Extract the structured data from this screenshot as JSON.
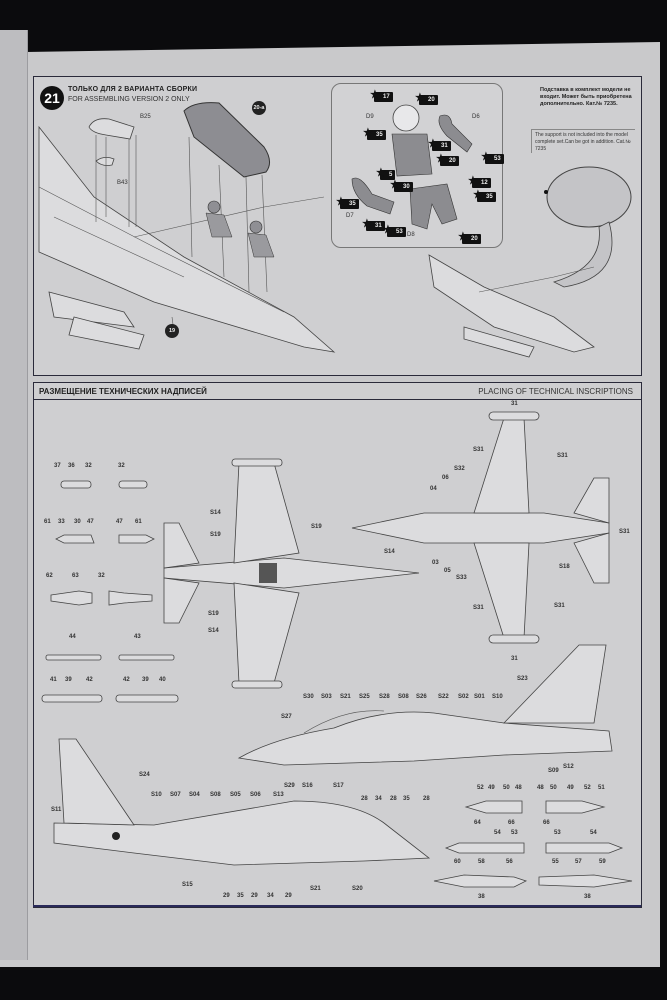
{
  "step": {
    "number": "21",
    "title_ru": "ТОЛЬКО ДЛЯ 2 ВАРИАНТА СБОРКИ",
    "title_en": "FOR ASSEMBLING VERSION 2 ONLY",
    "part_callouts": [
      "B25",
      "B43"
    ],
    "round_badges": [
      "20-a",
      "19"
    ],
    "pilot_parts": {
      "labels": [
        "D9",
        "D6",
        "D7",
        "D8"
      ],
      "decals": [
        "17",
        "20",
        "35",
        "31",
        "20",
        "53",
        "5",
        "30",
        "12",
        "35",
        "35",
        "31",
        "53",
        "20"
      ]
    },
    "stand_note_ru": "Подставка в комплект модели не входит. Может быть приобретена дополнительно. Кат.№ 7235.",
    "stand_note_en": "The support is not included into the model complete set.Can be got in addition. Cat.№ 7235"
  },
  "inscriptions": {
    "title_ru": "РАЗМЕЩЕНИЕ ТЕХНИЧЕСКИХ НАДПИСЕЙ",
    "title_en": "PLACING OF TECHNICAL INSCRIPTIONS",
    "stores": [
      {
        "labels": [
          "37",
          "36",
          "32"
        ]
      },
      {
        "labels": [
          "32"
        ]
      },
      {
        "labels": [
          "61",
          "33",
          "30",
          "47"
        ]
      },
      {
        "labels": [
          "47",
          "61"
        ]
      },
      {
        "labels": [
          "62",
          "63",
          "32"
        ]
      },
      {
        "labels": [
          "44"
        ]
      },
      {
        "labels": [
          "43"
        ]
      },
      {
        "labels": [
          "41",
          "39",
          "42"
        ]
      },
      {
        "labels": [
          "42",
          "39",
          "40"
        ]
      }
    ],
    "top_view_labels": [
      "S14",
      "S19",
      "S19",
      "S14",
      "S19",
      "S14"
    ],
    "bottom_view_labels": [
      "31",
      "S31",
      "S31",
      "S32",
      "06",
      "04",
      "03",
      "05",
      "S33",
      "S18",
      "S31",
      "S31",
      "S31",
      "31"
    ],
    "side_right_top_labels": [
      "S30",
      "S03",
      "S21",
      "S25",
      "S28",
      "S08",
      "S26",
      "S22",
      "S02",
      "S01",
      "S10"
    ],
    "side_right_other_labels": [
      "S27",
      "S23",
      "S29",
      "S16",
      "S17",
      "28",
      "34",
      "28",
      "35",
      "28",
      "S09",
      "S12"
    ],
    "side_left_top_labels": [
      "S24",
      "S10",
      "S07",
      "S04",
      "S08",
      "S05",
      "S06",
      "S13",
      "S11"
    ],
    "side_left_bottom_labels": [
      "S15",
      "29",
      "35",
      "29",
      "34",
      "29",
      "S21",
      "S20"
    ],
    "pods": [
      {
        "top": [
          "52",
          "49",
          "50",
          "48"
        ],
        "bottom": [
          "64",
          "66"
        ]
      },
      {
        "top": [
          "48",
          "50",
          "49",
          "52",
          "51"
        ],
        "bottom": [
          "66"
        ]
      },
      {
        "top": [
          "54",
          "53"
        ],
        "bottom": [
          "60",
          "58",
          "56"
        ]
      },
      {
        "top": [
          "53",
          "54"
        ],
        "bottom": [
          "55",
          "57",
          "59"
        ]
      },
      {
        "top": [],
        "bottom": [
          "38"
        ]
      },
      {
        "top": [],
        "bottom": [
          "38"
        ]
      }
    ]
  }
}
